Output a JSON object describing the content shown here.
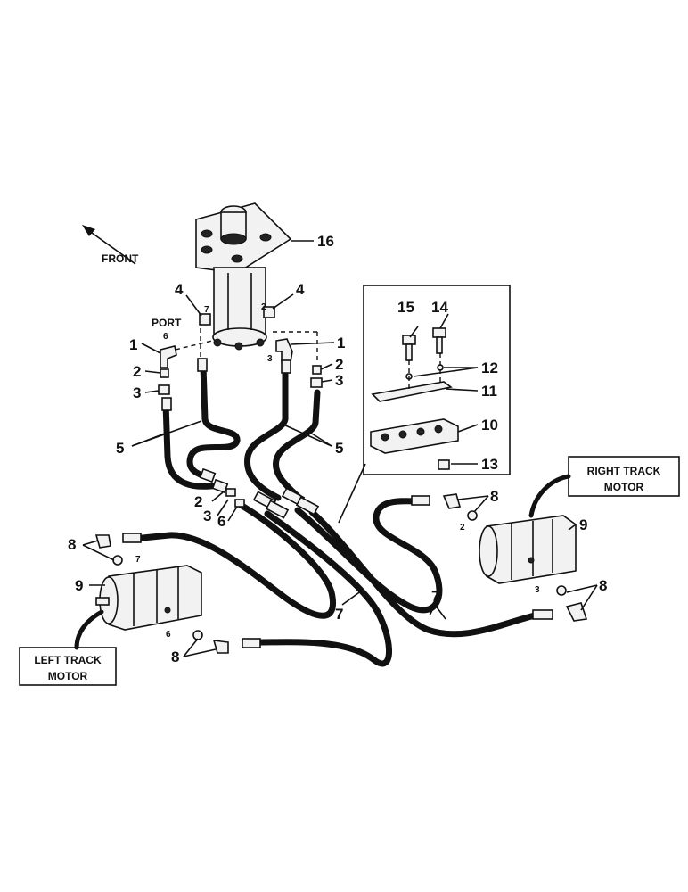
{
  "direction_label": "FRONT",
  "port_label": "PORT",
  "left_motor_label": [
    "LEFT TRACK",
    "MOTOR"
  ],
  "right_motor_label": [
    "RIGHT TRACK",
    "MOTOR"
  ],
  "callouts": {
    "c1a": "1",
    "c1b": "1",
    "c2a": "2",
    "c2b": "2",
    "c2c": "2",
    "c3a": "3",
    "c3b": "3",
    "c3c": "3",
    "c4a": "4",
    "c4b": "4",
    "c5a": "5",
    "c5b": "5",
    "c6": "6",
    "c7a": "7",
    "c7b": "7",
    "c8a": "8",
    "c8b": "8",
    "c8c": "8",
    "c8d": "8",
    "c9a": "9",
    "c9b": "9",
    "c10": "10",
    "c11": "11",
    "c12": "12",
    "c13": "13",
    "c14": "14",
    "c15": "15",
    "c16": "16"
  },
  "port_numbers": {
    "swivel_p7": "7",
    "swivel_p6": "6",
    "swivel_p2": "2",
    "swivel_p3": "3",
    "left_p7": "7",
    "left_p6": "6",
    "right_p2": "2",
    "right_p3": "3"
  }
}
